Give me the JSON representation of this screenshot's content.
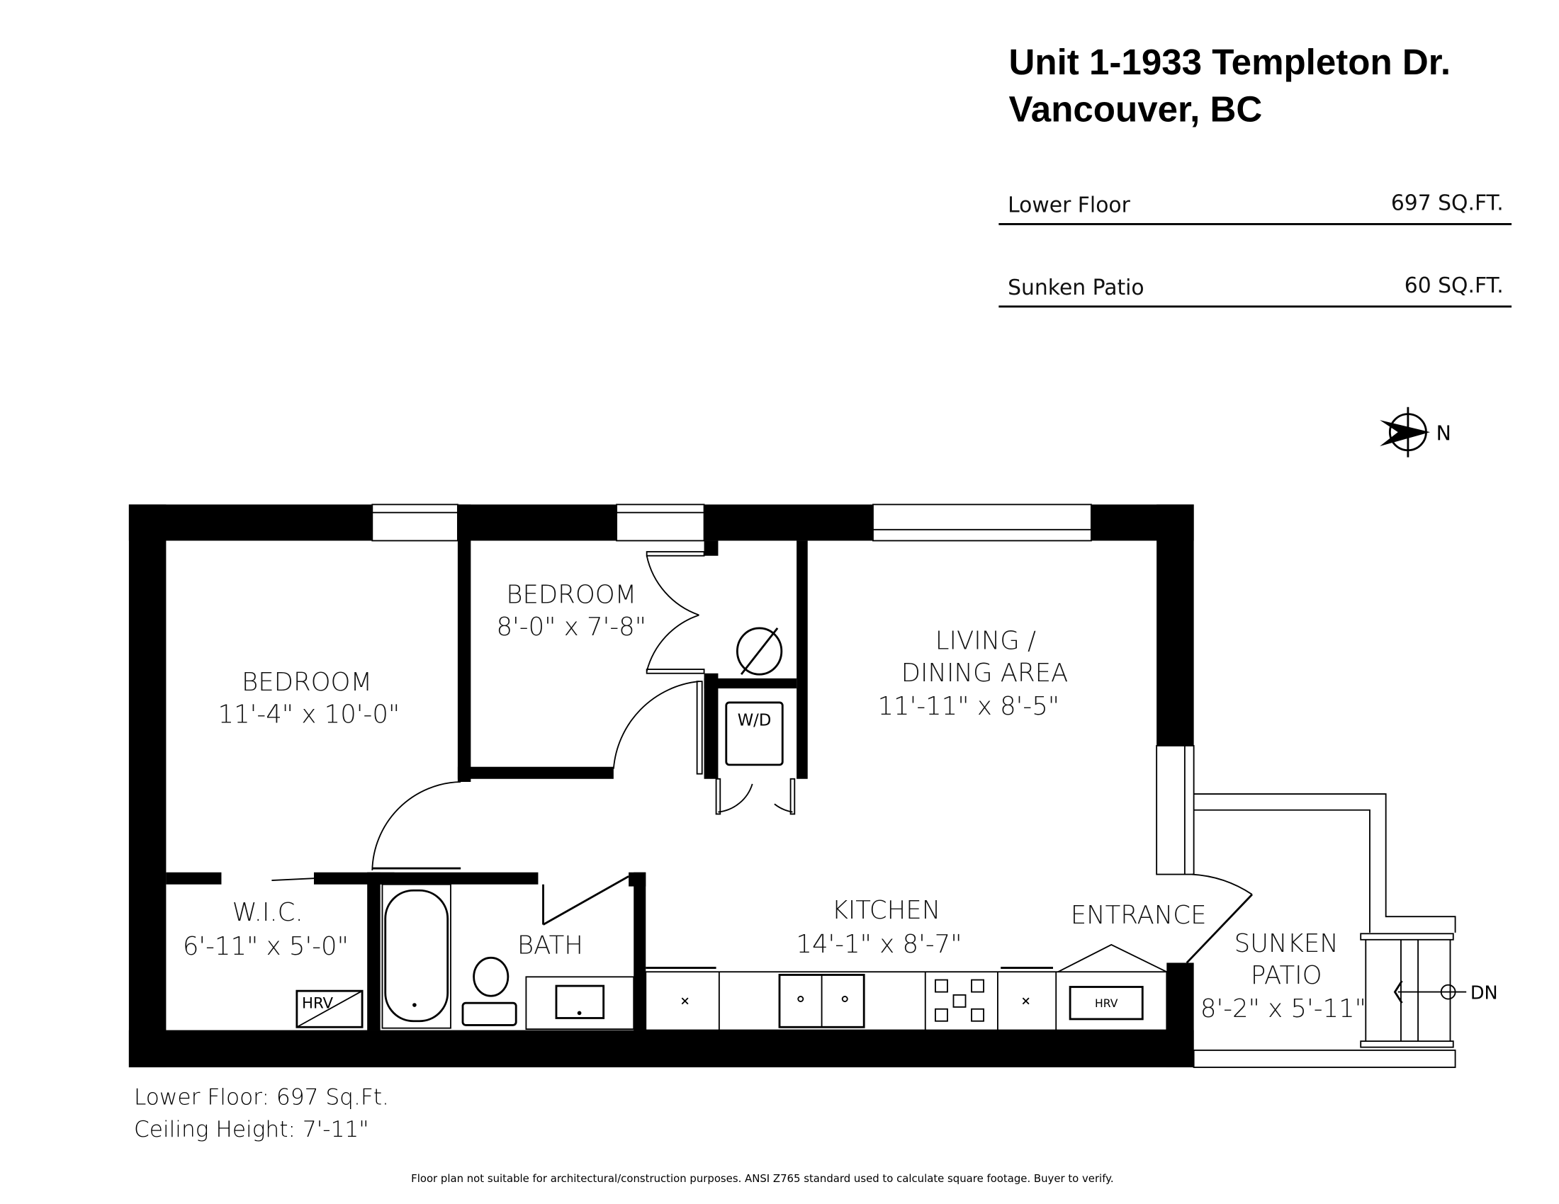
{
  "header": {
    "title_line1": "Unit 1-1933 Templeton Dr.",
    "title_line2": "Vancouver, BC"
  },
  "areas": [
    {
      "label": "Lower Floor",
      "value": "697 SQ.FT."
    },
    {
      "label": "Sunken Patio",
      "value": "60 SQ.FT."
    }
  ],
  "compass": {
    "label": "N"
  },
  "rooms": {
    "bedroom1": {
      "name": "BEDROOM",
      "dims": "11'-4\"  x  10'-0\""
    },
    "bedroom2": {
      "name": "BEDROOM",
      "dims": "8'-0\"  x  7'-8\""
    },
    "living": {
      "name1": "LIVING /",
      "name2": "DINING AREA",
      "dims": "11'-11\"  x   8'-5\""
    },
    "wic": {
      "name": "W.I.C.",
      "dims": "6'-11\" x  5'-0\""
    },
    "bath": {
      "name": "BATH"
    },
    "kitchen": {
      "name": "KITCHEN",
      "dims": "14'-1\"   x   8'-7\""
    },
    "entrance": {
      "name": "ENTRANCE"
    },
    "patio": {
      "name1": "SUNKEN",
      "name2": "PATIO",
      "dims": "8'-2\" x  5'-11\""
    }
  },
  "fixtures": {
    "wd": "W/D",
    "hrv": "HRV",
    "stairs": "DN"
  },
  "footer": {
    "line1": "Lower Floor: 697 Sq.Ft.",
    "line2": "Ceiling Height: 7'-11\"",
    "disclaimer": "Floor plan not suitable for architectural/construction purposes. ANSI Z765 standard used to calculate square footage. Buyer to verify."
  }
}
